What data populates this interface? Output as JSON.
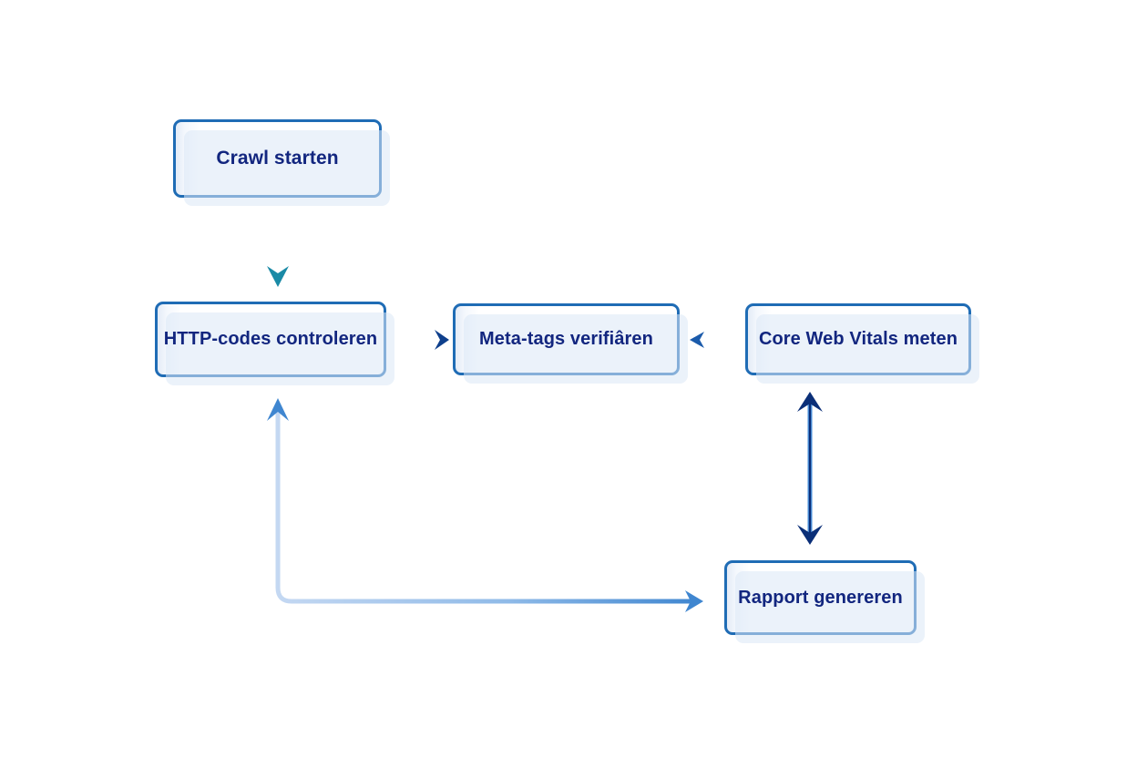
{
  "diagram": {
    "title": "SEO crawl workflow flowchart",
    "background_color": "#ffffff",
    "node_border_color": "#1f6cb5",
    "node_text_color": "#12267f",
    "nodes": [
      {
        "id": "crawl",
        "label": "Crawl starten"
      },
      {
        "id": "http",
        "label": "HTTP-codes controleren"
      },
      {
        "id": "meta",
        "label": "Meta-tags verifiâren"
      },
      {
        "id": "vitals",
        "label": "Core Web Vitals meten"
      },
      {
        "id": "rapport",
        "label": "Rapport genereren"
      }
    ],
    "edges": [
      {
        "id": "crawl-to-http",
        "from": "crawl",
        "to": "http",
        "direction": "down",
        "color": "#1b8fa8",
        "style": "solid"
      },
      {
        "id": "http-to-meta",
        "from": "http",
        "to": "meta",
        "direction": "right",
        "color": "#0e3f8c",
        "style": "solid"
      },
      {
        "id": "vitals-to-meta",
        "from": "vitals",
        "to": "meta",
        "direction": "left",
        "color": "#1f6cb5",
        "style": "faded"
      },
      {
        "id": "vitals-rapport",
        "from": "vitals",
        "to": "rapport",
        "direction": "both",
        "color": "#0e3f8c",
        "style": "double-headed"
      },
      {
        "id": "http-rapport-loop",
        "from": "http",
        "to": "rapport",
        "direction": "both",
        "color": "#4a8fd8",
        "style": "elbow-gradient"
      }
    ]
  }
}
